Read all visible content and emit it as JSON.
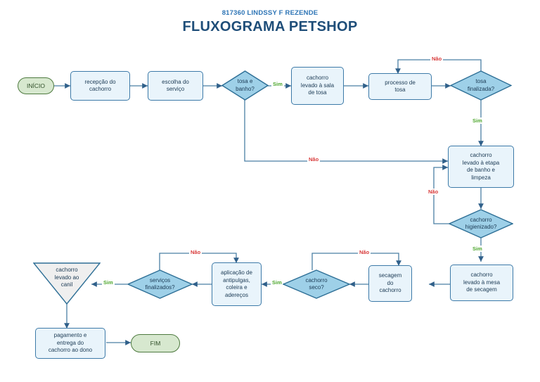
{
  "header": {
    "subtitle": "817360 LINDSSY F REZENDE",
    "title": "FLUXOGRAMA PETSHOP"
  },
  "colors": {
    "process_fill": "#e9f4fb",
    "process_stroke": "#3d7aa8",
    "decision_fill": "#9ed0e8",
    "decision_stroke": "#2e6f96",
    "terminator_fill": "#d7e8cf",
    "terminator_stroke": "#4e7a3f",
    "triangle_fill": "#eeeeee",
    "triangle_stroke": "#2e6f96",
    "connector": "#4a7fa5",
    "label_yes": "#4ea72e",
    "label_no": "#d83b3b",
    "title": "#1f4e79",
    "subtitle": "#2e75b6"
  },
  "nodes": {
    "inicio": {
      "label": "INÍCIO",
      "shape": "terminator"
    },
    "recepcao": {
      "label": "recepção do\ncachorro",
      "shape": "process"
    },
    "escolha": {
      "label": "escolha do\nserviço",
      "shape": "process"
    },
    "tosa_banho": {
      "label": "tosa e\nbanho?",
      "shape": "decision"
    },
    "sala_tosa": {
      "label": "cachorro\nlevado à sala\nde tosa",
      "shape": "process"
    },
    "processo_tosa": {
      "label": "processo de\ntosa",
      "shape": "process"
    },
    "tosa_finalizada": {
      "label": "tosa\nfinalizada?",
      "shape": "decision"
    },
    "banho_limpeza": {
      "label": "cachorro\nlevado à etapa\nde banho e\nlimpeza",
      "shape": "process"
    },
    "higienizado": {
      "label": "cachorro\nhigienizado?",
      "shape": "decision"
    },
    "mesa_secagem": {
      "label": "cachorro\nlevado à mesa\nde secagem",
      "shape": "process"
    },
    "secagem": {
      "label": "secagem\ndo\ncachorro",
      "shape": "process"
    },
    "cachorro_seco": {
      "label": "cachorro\nseco?",
      "shape": "decision"
    },
    "aplicacao": {
      "label": "aplicação de\nantipulgas,\ncoleira e\nadereços",
      "shape": "process"
    },
    "servicos_final": {
      "label": "serviços\nfinalizados?",
      "shape": "decision"
    },
    "canil": {
      "label": "cachorro\nlevado ao\ncanil",
      "shape": "triangle"
    },
    "pagamento": {
      "label": "pagamento e\nentrega do\ncachorro ao dono",
      "shape": "process"
    },
    "fim": {
      "label": "FIM",
      "shape": "terminator"
    }
  },
  "edge_labels": {
    "tosa_banho_sim": "Sim",
    "tosa_banho_nao": "Não",
    "tosa_finalizada_nao": "Não",
    "tosa_finalizada_sim": "Sim",
    "higienizado_nao": "Não",
    "higienizado_sim": "Sim",
    "cachorro_seco_nao": "Não",
    "cachorro_seco_sim": "Sim",
    "servicos_nao": "Não",
    "servicos_sim": "Sim"
  }
}
